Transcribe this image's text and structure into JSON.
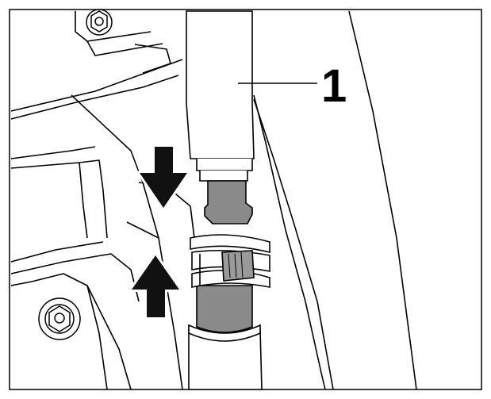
{
  "callouts": [
    {
      "label": "1",
      "part": "upper-hose-connector"
    }
  ],
  "arrows": [
    {
      "direction": "down",
      "meaning": "push-down"
    },
    {
      "direction": "up",
      "meaning": "push-up"
    }
  ],
  "colors": {
    "line": "#000000",
    "background": "#ffffff",
    "component_fill": "#ffffff",
    "shaded_fill": "#888888",
    "arrow_fill": "#111111"
  }
}
